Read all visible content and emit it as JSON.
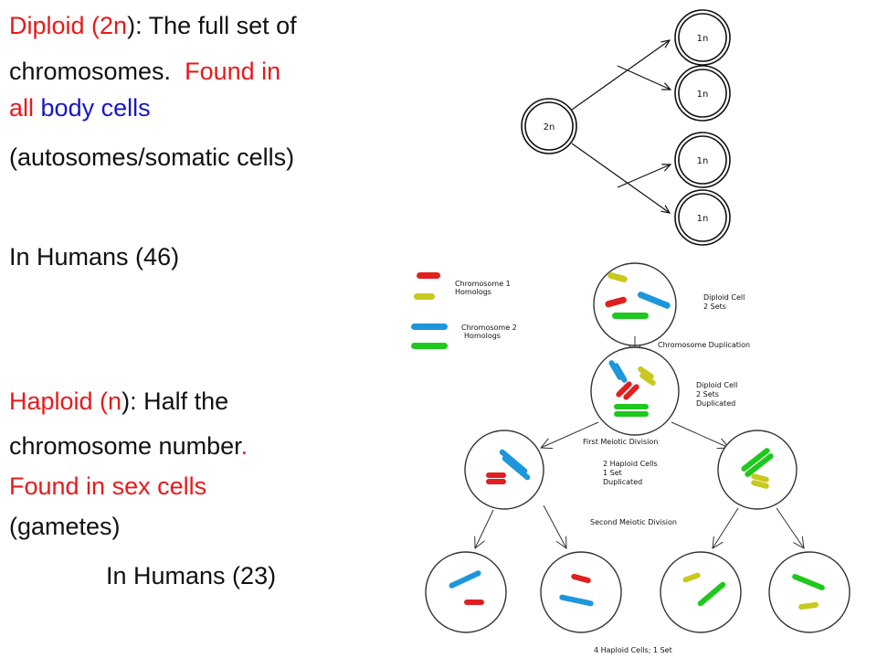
{
  "text": {
    "diploid": {
      "term": "Diploid (2n",
      "close": ")",
      "def": ":  The full set of",
      "line2": "chromosomes.",
      "found": "Found in",
      "all": "all",
      "body_cells": "body cells",
      "paren": "(autosomes/somatic cells)",
      "humans": "In Humans (46)"
    },
    "haploid": {
      "term": "Haploid (n",
      "close": ")",
      "def": ":  Half the",
      "line2": "chromosome number",
      "dot": ".",
      "found": "Found in sex cells",
      "gametes": "(gametes)",
      "humans": "In Humans (23)"
    }
  },
  "top_diagram": {
    "parent_label": "2n",
    "child_labels": [
      "1n",
      "1n",
      "1n",
      "1n"
    ]
  },
  "meiosis_diagram": {
    "legend": [
      {
        "line1": "Chromosome 1",
        "line2": "Homologs"
      },
      {
        "line1": "Chromosome 2",
        "line2": "Homologs"
      }
    ],
    "labels": {
      "diploid1_a": "Diploid Cell",
      "diploid1_b": "2 Sets",
      "duplication": "Chromosome Duplication",
      "diploid2_a": "Diploid Cell",
      "diploid2_b": "2 Sets",
      "diploid2_c": "Duplicated",
      "first_div": "First Meiotic Division",
      "haploid_a": "2 Haploid Cells",
      "haploid_b": "1 Set",
      "haploid_c": "Duplicated",
      "second_div": "Second Meiotic Division",
      "final": "4 Haploid Cells;  1 Set"
    },
    "colors": {
      "red": "#e01f1f",
      "yellow": "#c8c81e",
      "blue": "#1e96dc",
      "green": "#1ec81e"
    }
  }
}
